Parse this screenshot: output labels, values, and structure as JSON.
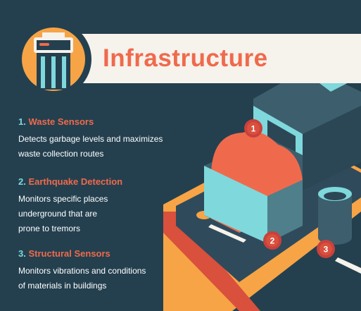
{
  "header": {
    "title": "Infrastructure",
    "icon": "trash-bin-icon"
  },
  "sections": [
    {
      "number": "1.",
      "title": "Waste Sensors",
      "lines": [
        "Detects garbage levels and maximizes",
        "waste collection routes"
      ]
    },
    {
      "number": "2.",
      "title": "Earthquake Detection",
      "lines": [
        "Monitors specific places",
        "underground that are",
        "prone to tremors"
      ]
    },
    {
      "number": "3.",
      "title": "Structural Sensors",
      "lines": [
        "Monitors vibrations and conditions",
        "of materials in buildings"
      ]
    }
  ],
  "markers": [
    {
      "label": "1"
    },
    {
      "label": "2"
    },
    {
      "label": "3"
    }
  ],
  "colors": {
    "background": "#24404f",
    "accent_orange": "#ef6a4c",
    "accent_teal": "#7fd8dc",
    "accent_yellow": "#f7a446",
    "marker_red": "#c8413c",
    "banner": "#f6f2ec"
  }
}
